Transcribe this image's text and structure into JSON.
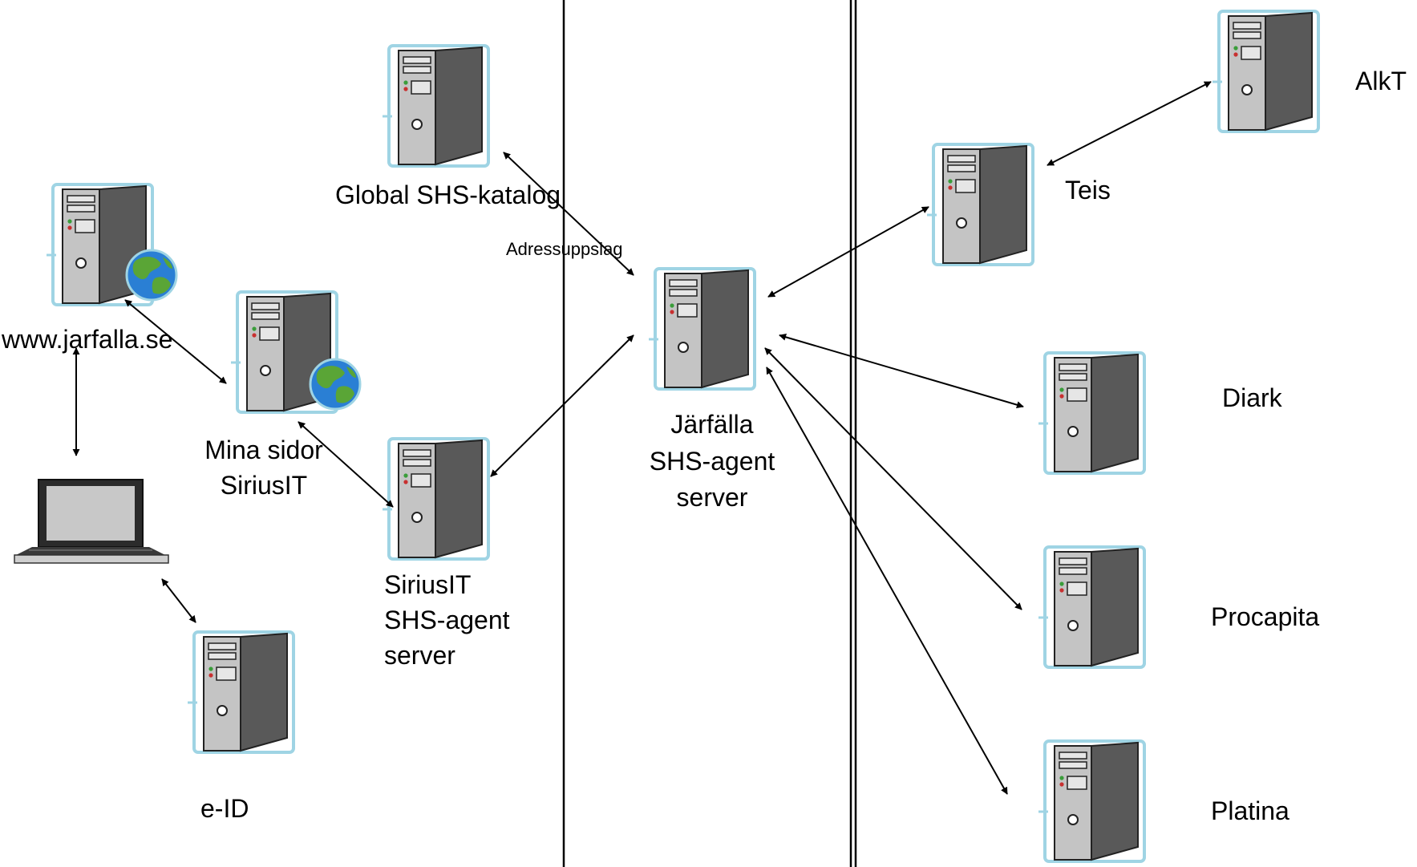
{
  "labels": {
    "global_katalog": "Global SHS-katalog",
    "adressuppslag": "Adressuppslag",
    "teis": "Teis",
    "alkt": "AlkT",
    "www": "www.jarfalla.se",
    "mina_line1": "Mina sidor",
    "mina_line2": "SiriusIT",
    "jarfalla_line1": "Järfälla",
    "jarfalla_line2": "SHS-agent",
    "jarfalla_line3": "server",
    "diark": "Diark",
    "sirius_line1": "SiriusIT",
    "sirius_line2": "SHS-agent",
    "sirius_line3": "server",
    "procapita": "Procapita",
    "eid": "e-ID",
    "platina": "Platina"
  },
  "icons": {
    "server": "server-tower-icon",
    "web_server": "globe-icon",
    "client": "laptop-icon"
  },
  "colors": {
    "server_outline": "#9fd4e4",
    "server_dark": "#555555",
    "server_light": "#c8c8c8",
    "globe_ocean": "#2a7fd4",
    "globe_land": "#5aa536",
    "line": "#000000"
  }
}
